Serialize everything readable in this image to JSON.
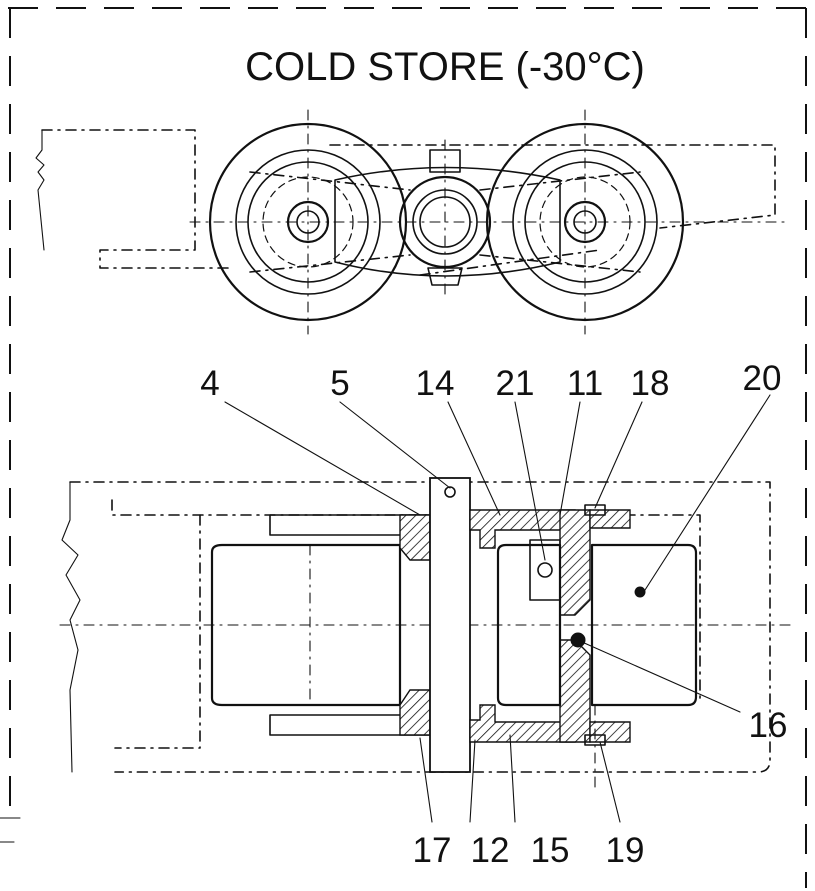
{
  "title": "COLD STORE (-30°C)",
  "callouts": {
    "c4": "4",
    "c5": "5",
    "c14": "14",
    "c21": "21",
    "c11": "11",
    "c18": "18",
    "c20": "20",
    "c16": "16",
    "c17": "17",
    "c12": "12",
    "c15": "15",
    "c19": "19"
  },
  "colors": {
    "ink": "#111111",
    "paper": "#ffffff"
  }
}
